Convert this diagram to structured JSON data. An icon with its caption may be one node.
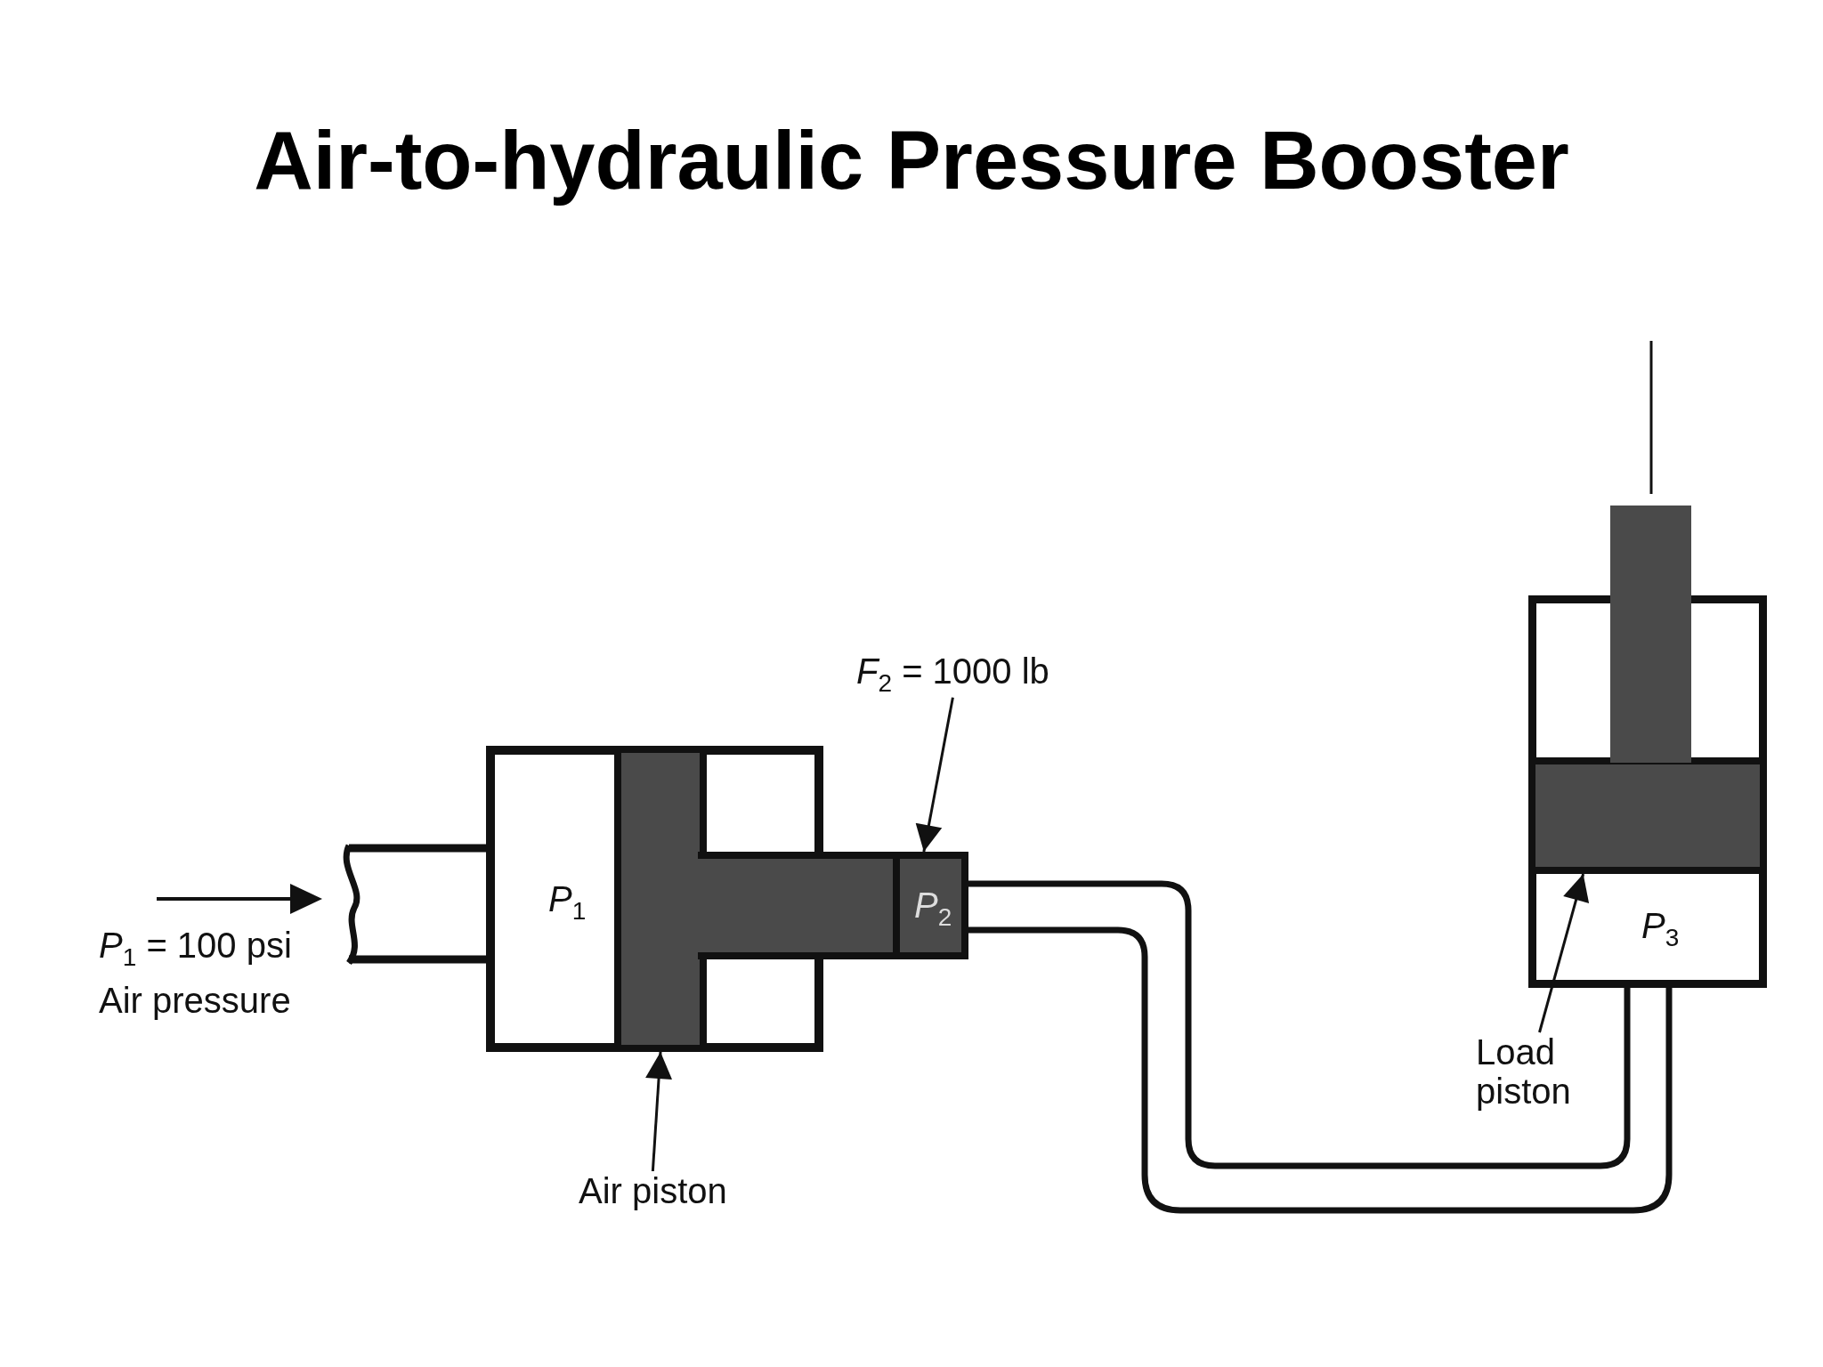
{
  "diagram": {
    "title": "Air-to-hydraulic Pressure Booster",
    "nodes": [
      {
        "text": [
          "*P*$_{1}$"
        ]
      },
      {
        "text": [],
        "shape": "bar",
        "in": 0
      },
      {
        "text": [
          "*P*$_{2}$"
        ]
      },
      {
        "text": [
          "Air piston"
        ]
      },
      {
        "text": [
          "*F*$_{2}$ = 1000 lb"
        ]
      },
      {
        "text": [
          "*P*$_{3}$"
        ]
      },
      {
        "text": [],
        "shape": "bar",
        "in": 5
      },
      {
        "text": [
          "Load piston"
        ]
      },
      {
        "text": [],
        "shape": "bar"
      },
      {
        "text": [],
        "shape": "bar"
      }
    ],
    "edges": [
      {
        "from": 3,
        "to": 1,
        "arrow": "to"
      },
      {
        "from": 4,
        "to": 2,
        "arrow": "to"
      },
      {
        "from": 7,
        "to": 6,
        "arrow": "to"
      }
    ],
    "labels": [
      "*P*$_{1}$ = 100 psi",
      "Air pressure"
    ]
  }
}
